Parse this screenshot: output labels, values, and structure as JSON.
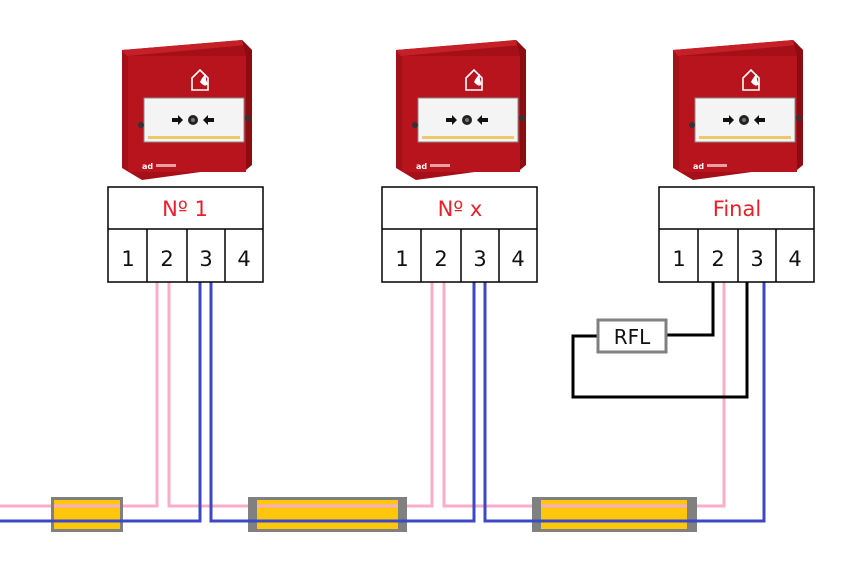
{
  "colors": {
    "label_red": "#e8202a",
    "device_red": "#b3131c",
    "wire_pink": "#f7aec8",
    "wire_blue": "#3d48c5",
    "wire_black": "#000000",
    "connector_fill": "#ffc60b",
    "connector_border": "#808080"
  },
  "devices": [
    {
      "id": "device-1",
      "label": "Nº 1",
      "terminals": [
        "1",
        "2",
        "3",
        "4"
      ],
      "brand": "ad"
    },
    {
      "id": "device-x",
      "label": "Nº x",
      "terminals": [
        "1",
        "2",
        "3",
        "4"
      ],
      "brand": "ad"
    },
    {
      "id": "device-final",
      "label": "Final",
      "terminals": [
        "1",
        "2",
        "3",
        "4"
      ],
      "brand": "ad"
    }
  ],
  "resistor": {
    "label": "RFL"
  },
  "connectors": [
    {
      "id": "connector-1"
    },
    {
      "id": "connector-2"
    },
    {
      "id": "connector-3"
    }
  ]
}
